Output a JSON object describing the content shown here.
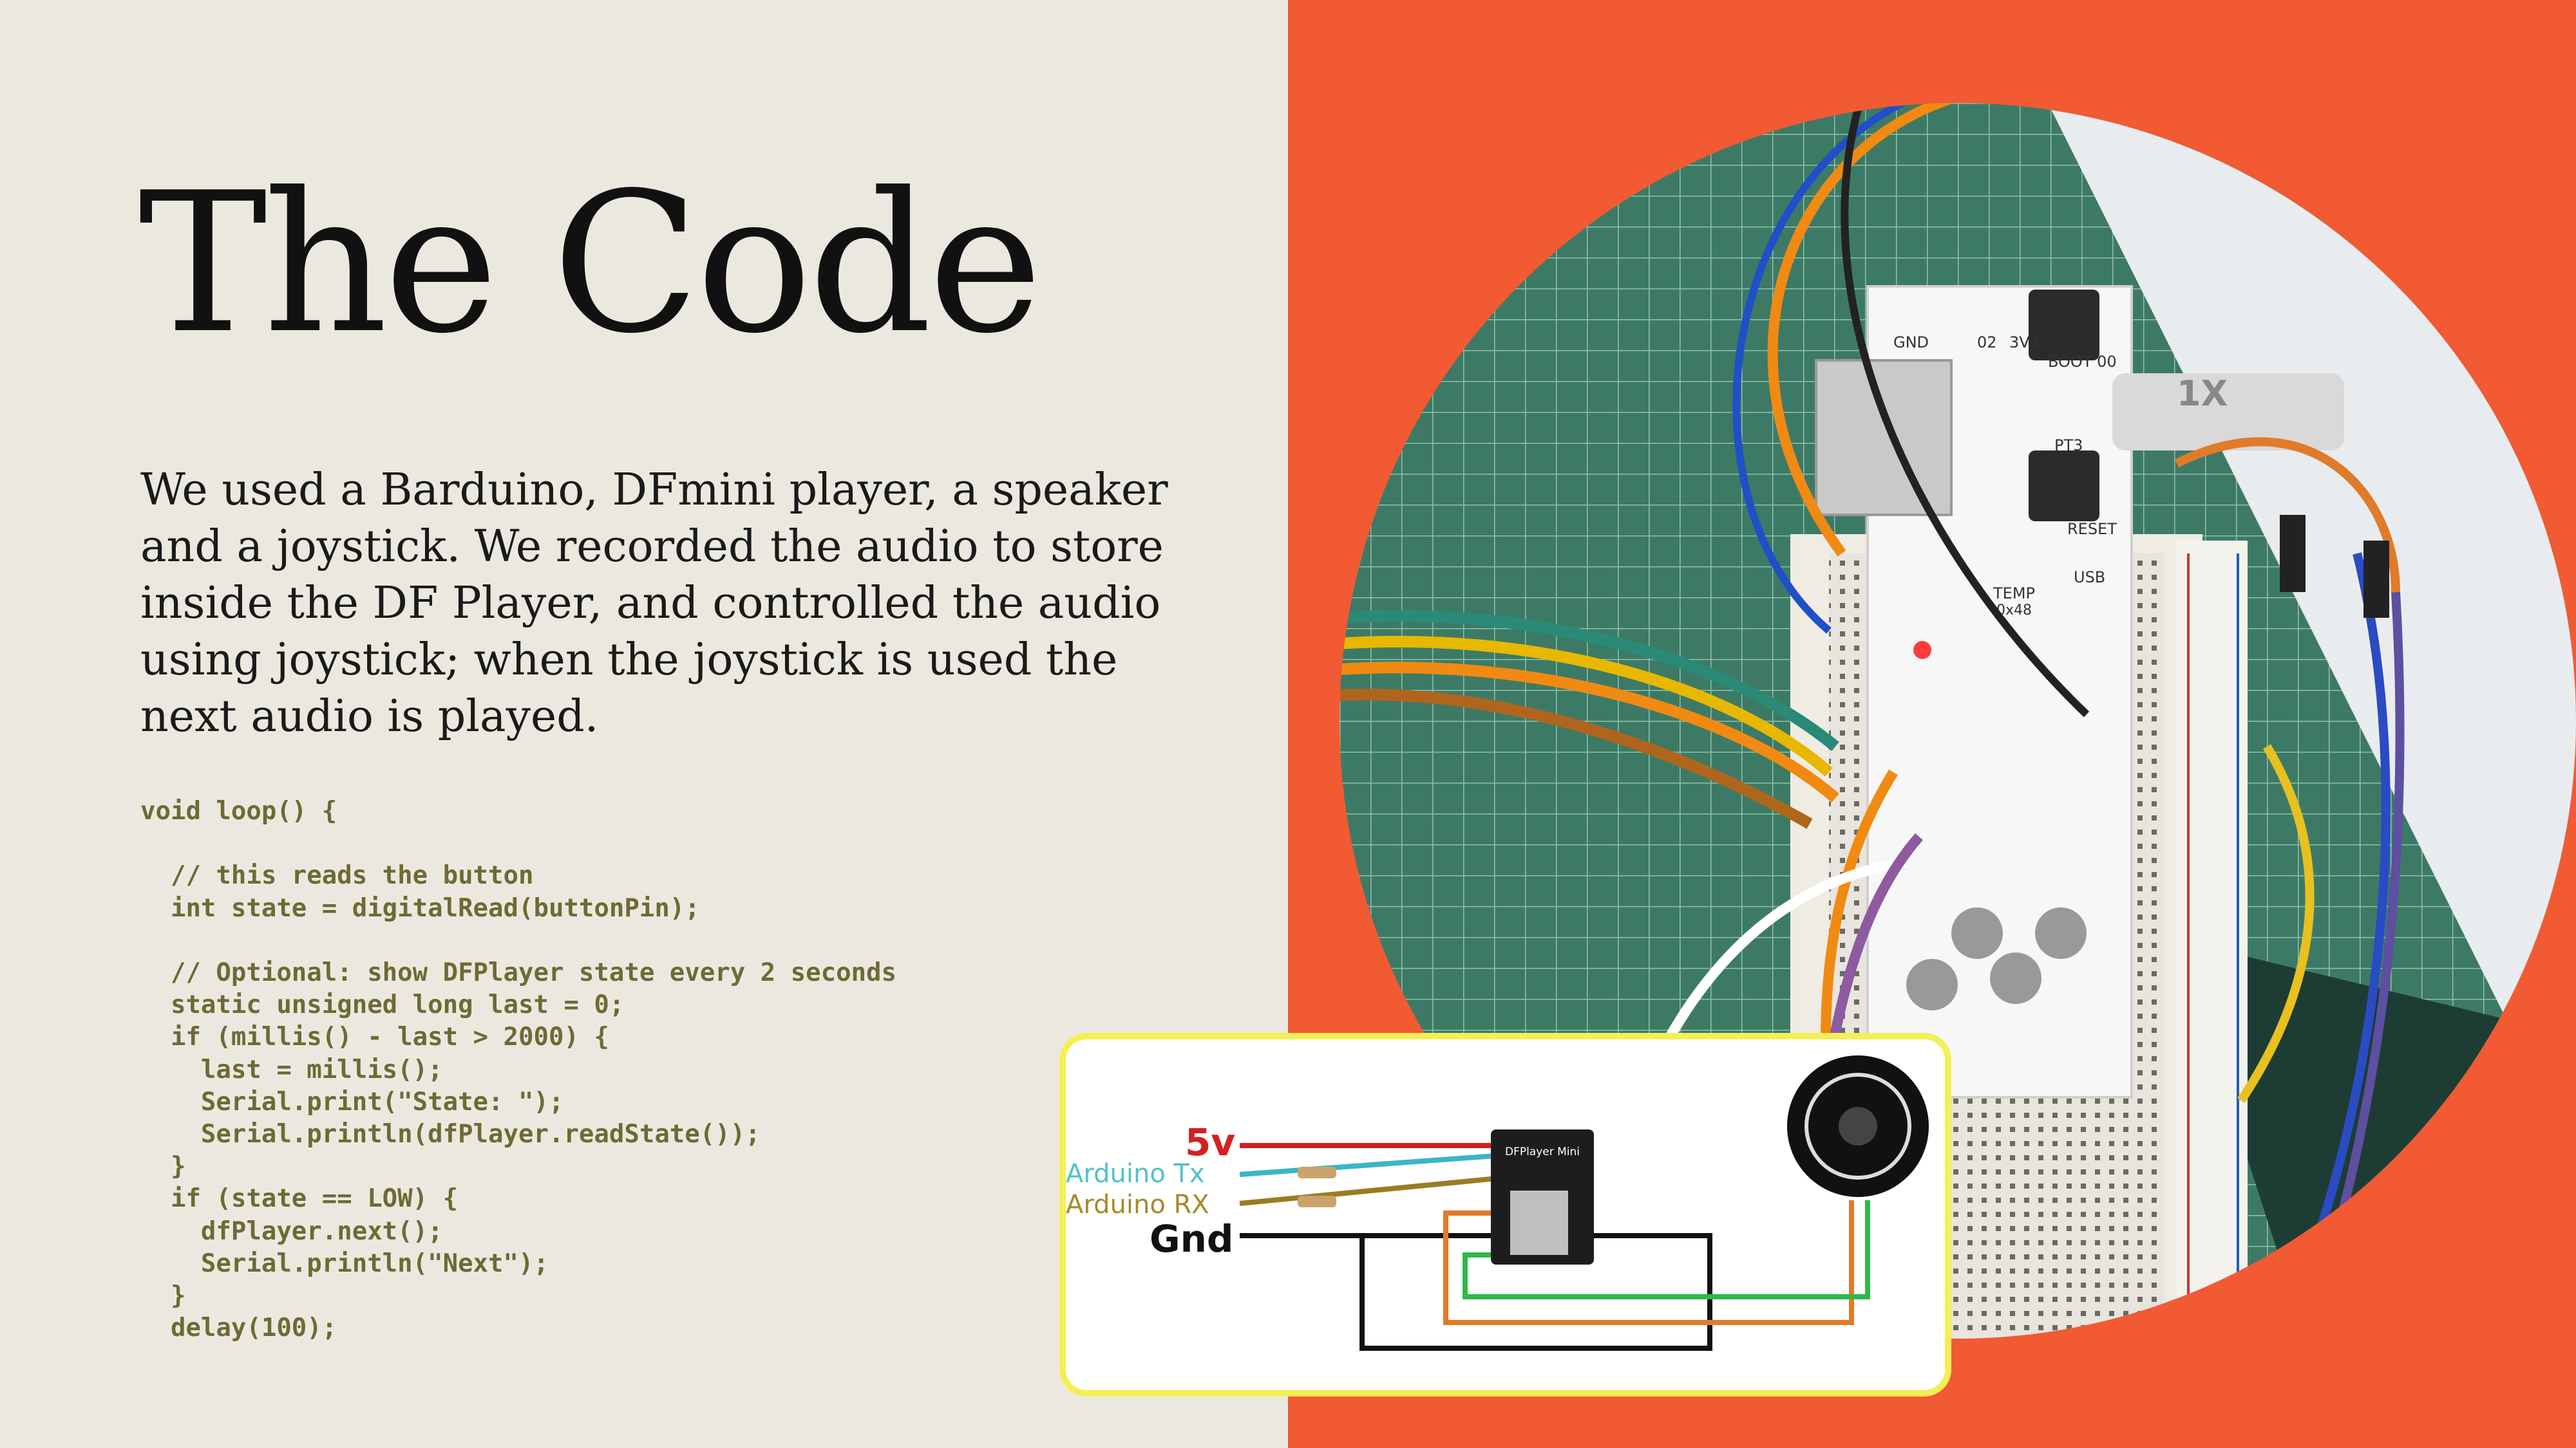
{
  "slide": {
    "title": "The Code",
    "description": "We used a Barduino, DFmini player, a speaker and a joystick. We recorded the audio to store inside the DF Player, and controlled the audio using joystick; when the joystick is used the next audio is played.",
    "code_lines": [
      "void loop() {",
      "",
      "  // this reads the button",
      "  int state = digitalRead(buttonPin);",
      "",
      "  // Optional: show DFPlayer state every 2 seconds",
      "  static unsigned long last = 0;",
      "  if (millis() - last > 2000) {",
      "    last = millis();",
      "    Serial.print(\"State: \");",
      "    Serial.println(dfPlayer.readState());",
      "  }",
      "  if (state == LOW) {",
      "    dfPlayer.next();",
      "    Serial.println(\"Next\");",
      "  }",
      "  delay(100);"
    ]
  },
  "board_labels": {
    "gnd_top": "GND",
    "pin_02": "02",
    "pin_3v3": "3V3",
    "boot": "BOOT 00",
    "pt3": "PT3",
    "reset": "RESET",
    "temp": "TEMP",
    "temp_addr": "0x48",
    "usb": "USB",
    "brand": "1X"
  },
  "wiring_diagram": {
    "label_5v": "5v",
    "label_tx": "Arduino Tx",
    "label_rx": "Arduino RX",
    "label_gnd": "Gnd",
    "module_name": "DFPlayer Mini"
  },
  "colors": {
    "background": "#ebe9df",
    "accent": "#f15a33",
    "code": "#6f6a35",
    "card_border": "#f4ef55",
    "label_5v": "#e02020",
    "label_tx": "#4fc3c9",
    "label_rx": "#a68a28"
  }
}
